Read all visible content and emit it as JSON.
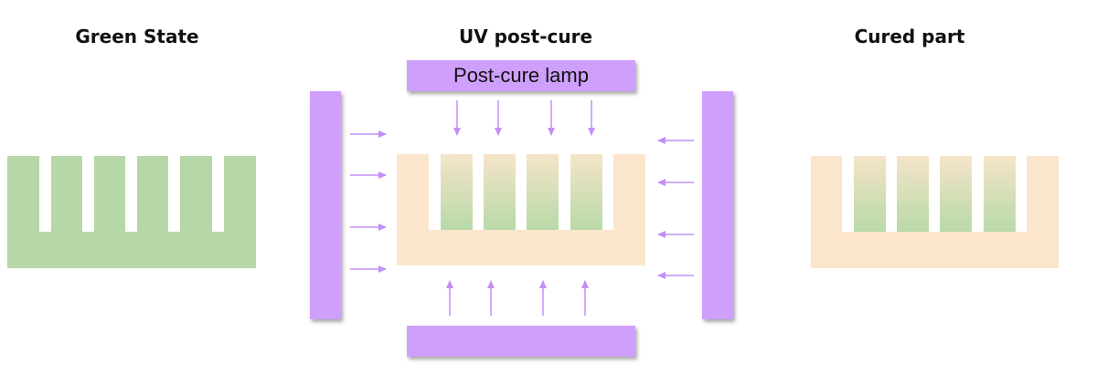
{
  "stages": [
    {
      "title": "Green State"
    },
    {
      "title": "UV post-cure"
    },
    {
      "title": "Cured part"
    }
  ],
  "lamps": {
    "top_label": "Post-cure lamp"
  },
  "colors": {
    "green": "#b6d7a8",
    "cured": "#fce5cd",
    "lamp": "#cf9ffc",
    "arrow": "#c48ef7"
  }
}
